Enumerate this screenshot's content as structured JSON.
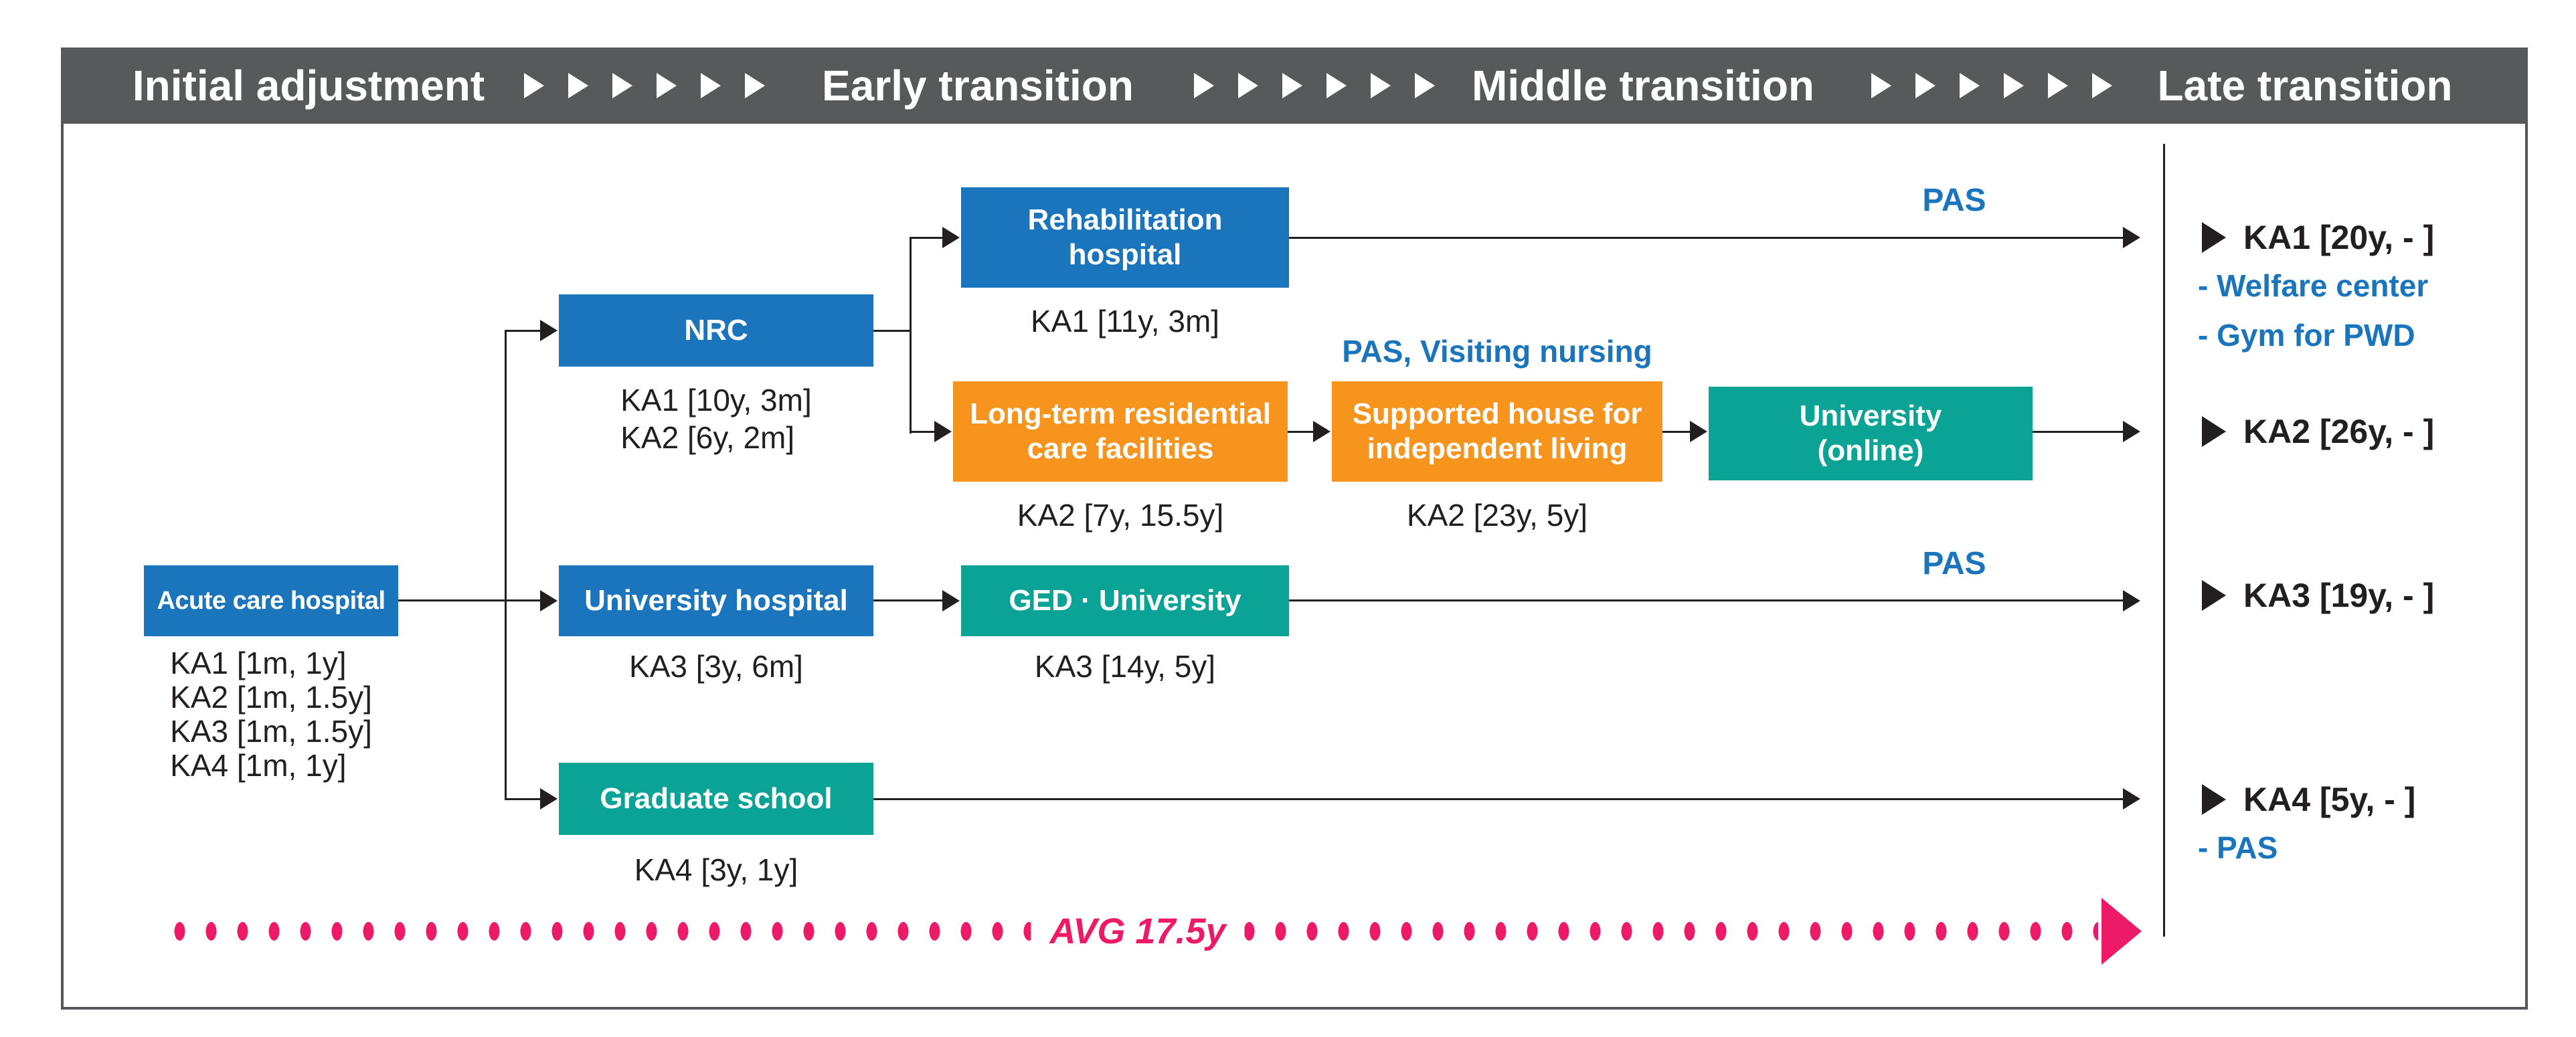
{
  "header": {
    "stages": [
      "Initial adjustment",
      "Early transition",
      "Middle transition",
      "Late transition"
    ]
  },
  "nodes": {
    "acute": {
      "label": "Acute care hospital",
      "subs": "KA1 [1m, 1y]\nKA2 [1m, 1.5y]\nKA3 [1m, 1.5y]\nKA4 [1m, 1y]"
    },
    "nrc": {
      "label": "NRC",
      "subs": "KA1 [10y, 3m]\nKA2 [6y, 2m]"
    },
    "rehab": {
      "label": "Rehabilitation\nhospital",
      "sub": "KA1 [11y, 3m]"
    },
    "longterm": {
      "label": "Long-term residential\ncare facilities",
      "sub": "KA2 [7y, 15.5y]"
    },
    "supported": {
      "label": "Supported house for\nindependent living",
      "sub": "KA2 [23y, 5y]",
      "note": "PAS, Visiting nursing"
    },
    "univ_online": {
      "label": "University\n(online)"
    },
    "univ_hospital": {
      "label": "University hospital",
      "sub": "KA3 [3y, 6m]"
    },
    "ged": {
      "label": "GED · University",
      "sub": "KA3 [14y, 5y]"
    },
    "grad": {
      "label": "Graduate school",
      "sub": "KA4 [3y, 1y]"
    }
  },
  "edge_labels": {
    "rehab_pas": "PAS",
    "ged_pas": "PAS"
  },
  "outcomes": [
    {
      "label": "KA1 [20y, - ]",
      "subs": [
        "- Welfare center",
        "- Gym for PWD"
      ]
    },
    {
      "label": "KA2 [26y, - ]",
      "subs": []
    },
    {
      "label": "KA3 [19y, - ]",
      "subs": []
    },
    {
      "label": "KA4 [5y, - ]",
      "subs": [
        "- PAS"
      ]
    }
  ],
  "timeline": {
    "avg_label": "AVG 17.5y"
  },
  "colors": {
    "box_blue": "#1b75bc",
    "box_orange": "#f7941e",
    "box_teal": "#0aa396",
    "header_gray": "#58595b",
    "timeline_pink": "#ec1a67",
    "line_black": "#231f20",
    "annotation_blue": "#1b75bc"
  }
}
